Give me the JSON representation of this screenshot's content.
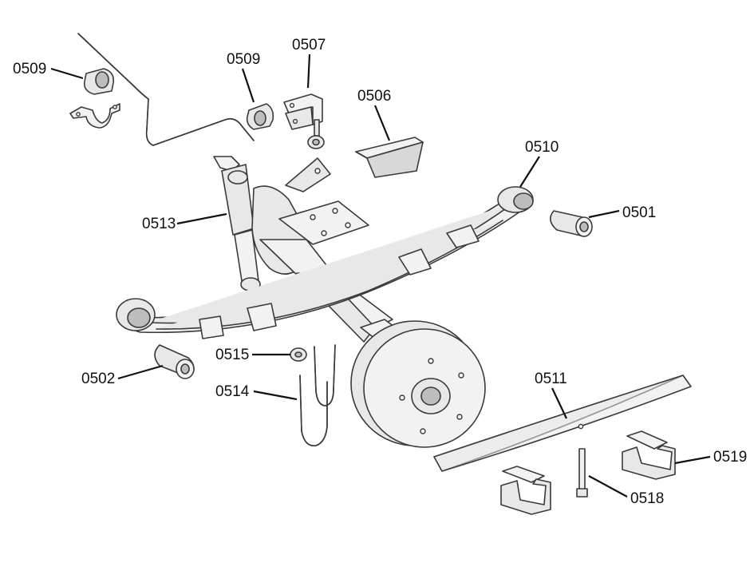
{
  "parts": [
    {
      "key": "sway_bar_bush_left",
      "label": "0509"
    },
    {
      "key": "sway_bar_bush_mid",
      "label": "0509"
    },
    {
      "key": "sway_bar_link",
      "label": "0507"
    },
    {
      "key": "mount_bracket",
      "label": "0506"
    },
    {
      "key": "leaf_spring_eye",
      "label": "0510"
    },
    {
      "key": "front_bush",
      "label": "0501"
    },
    {
      "key": "shock_absorber",
      "label": "0513"
    },
    {
      "key": "rear_bush",
      "label": "0502"
    },
    {
      "key": "nut",
      "label": "0515"
    },
    {
      "key": "u_bolt",
      "label": "0514"
    },
    {
      "key": "helper_leaf",
      "label": "0511"
    },
    {
      "key": "clamp",
      "label": "0519"
    },
    {
      "key": "centre_bolt",
      "label": "0518"
    }
  ]
}
